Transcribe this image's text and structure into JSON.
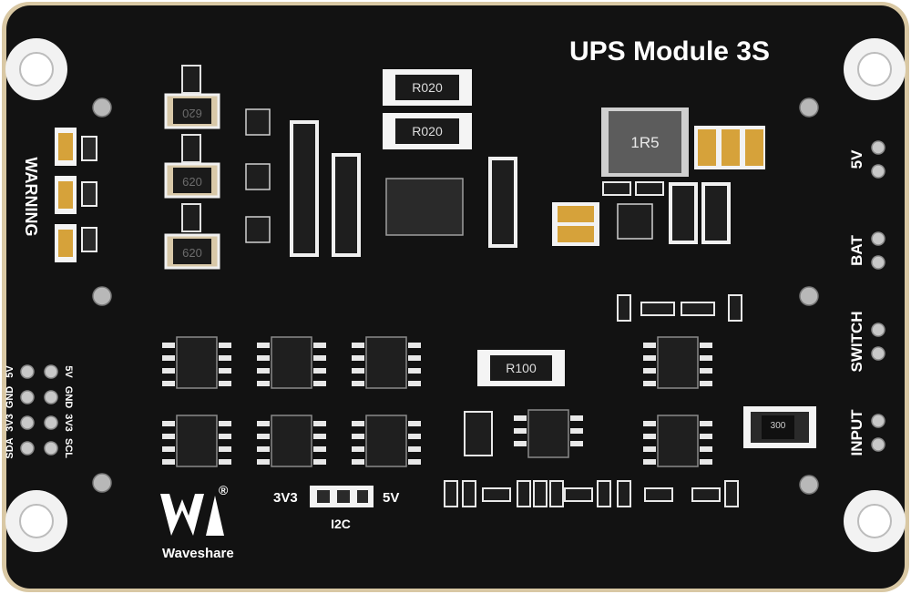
{
  "board": {
    "title": "UPS Module 3S",
    "warning_label": "WARNING",
    "brand_name": "Waveshare",
    "registered_mark": "®",
    "colors": {
      "pcb": "#121212",
      "edge": "#d9c8a4",
      "silk": "#ffffff",
      "pad": "#d8c8a8",
      "gold": "#d6a23a"
    }
  },
  "right_headers": [
    {
      "label": "5V"
    },
    {
      "label": "BAT"
    },
    {
      "label": "SWITCH"
    },
    {
      "label": "INPUT"
    }
  ],
  "left_header": {
    "left_labels": [
      "5V",
      "GND",
      "3V3",
      "SDA"
    ],
    "right_labels": [
      "5V",
      "GND",
      "3V3",
      "SCL"
    ]
  },
  "i2c_jumper": {
    "label": "I2C",
    "left": "3V3",
    "right": "5V"
  },
  "components": {
    "shunt_resistor_top": "R020",
    "shunt_resistor_bottom": "R020",
    "inductor": "1R5",
    "current_resistor": "R100",
    "small_resistor": "300",
    "diode_mark": "620"
  }
}
